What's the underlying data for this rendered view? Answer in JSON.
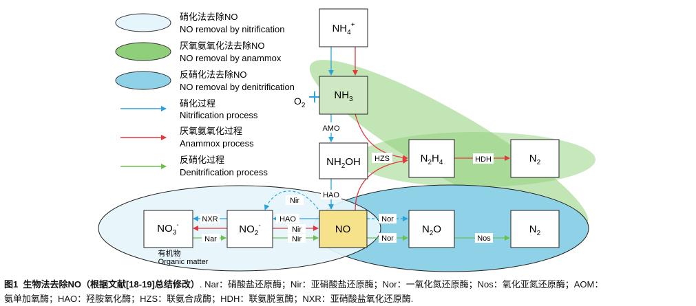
{
  "legend": {
    "nitrification_region_zh": "硝化法去除NO",
    "nitrification_region_en": "NO removal by nitrification",
    "anammox_region_zh": "厌氧氨氧化法去除NO",
    "anammox_region_en": "NO removal by anammox",
    "denitrification_region_zh": "反硝化法去除NO",
    "denitrification_region_en": "NO removal by denitrification",
    "nitrification_process_zh": "硝化过程",
    "nitrification_process_en": "Nitrification process",
    "anammox_process_zh": "厌氧氨氧化过程",
    "anammox_process_en": "Anammox process",
    "denitrification_process_zh": "反硝化过程",
    "denitrification_process_en": "Denitrification process"
  },
  "nodes": {
    "nh4": "NH4+",
    "nh3": "NH3",
    "nh2oh": "NH2OH",
    "n2h4": "N2H4",
    "n2_top": "N2",
    "no": "NO",
    "no3": "NO3-",
    "no2": "NO2-",
    "n2o": "N2O",
    "n2_bottom": "N2"
  },
  "labels": {
    "o2": "O2",
    "amo": "AMO",
    "hzs": "HZS",
    "hdh": "HDH",
    "hao_top": "HAO",
    "hao_mid": "HAO",
    "nxr": "NXR",
    "nir_dashed": "Nir",
    "nir_red": "Nir",
    "nir_green": "Nir",
    "nar": "Nar",
    "nor_top": "Nor",
    "nor_bottom": "Nor",
    "nos": "Nos",
    "organic_zh": "有机物",
    "organic_en": "Organic matter"
  },
  "caption": {
    "figure_label": "图1",
    "title": "生物法去除NO（根据文献[18-19]总结修改）",
    "body_line1": ". Nar：硝酸盐还原酶；Nir：亚硝酸盐还原酶；Nor：一氧化氮还原酶；Nos：氧化亚氮还原酶；AOM：",
    "body_line2": "氨单加氧酶；HAO：羟胺氧化酶；HZS：联氨合成酶；HDH：联氨脱氢酶；NXR：亚硝酸盐氧化还原酶."
  },
  "colors": {
    "nitrification": "#2aa3dc",
    "anammox": "#e0393e",
    "denitrification": "#6cc04a",
    "nitrification_region": "#e6f5fc",
    "anammox_region": "#8fcf7a",
    "denitrification_region": "#8fd2e8",
    "no_box": "#f7e28c"
  }
}
